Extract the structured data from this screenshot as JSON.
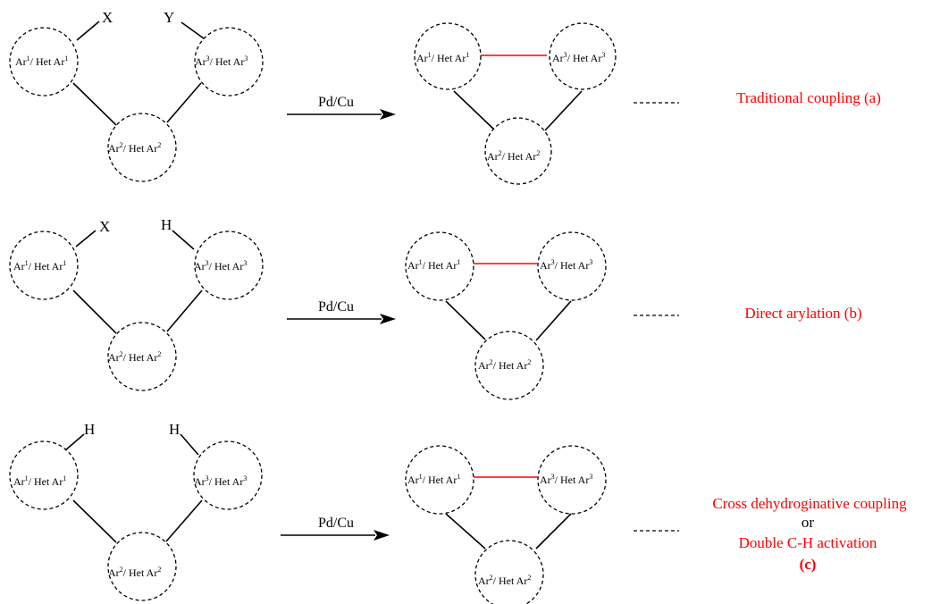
{
  "ring_labels": {
    "ar1": {
      "base": "Ar",
      "sup": "1",
      "mid": "/ Het Ar",
      "sup2": "1"
    },
    "ar2": {
      "base": "Ar",
      "sup": "2",
      "mid": "/ Het Ar",
      "sup2": "2"
    },
    "ar3": {
      "base": "Ar",
      "sup": "3",
      "mid": "/ Het Ar",
      "sup2": "3"
    }
  },
  "rows": [
    {
      "substituent_left": "X",
      "substituent_right": "Y",
      "reagent": "Pd/Cu",
      "title_lines": [
        "Traditional coupling (a)"
      ]
    },
    {
      "substituent_left": "X",
      "substituent_right": "H",
      "reagent": "Pd/Cu",
      "title_lines": [
        "Direct arylation (b)"
      ]
    },
    {
      "substituent_left": "H",
      "substituent_right": "H",
      "reagent": "Pd/Cu",
      "title_lines": [
        "Cross dehydroginative coupling",
        "or",
        "Double C-H activation",
        "(c)"
      ]
    }
  ],
  "colors": {
    "new_bond": "#ff0000",
    "title": "#ff0000",
    "connector": "#000000"
  }
}
